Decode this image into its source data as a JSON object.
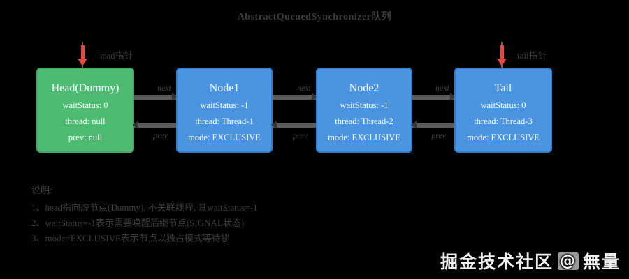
{
  "title": "AbstractQueuedSynchronizer队列",
  "pointers": {
    "head_label": "head指针",
    "tail_label": "tail指针"
  },
  "edges": {
    "next_label": "next",
    "prev_label": "prev"
  },
  "nodes": [
    {
      "name": "Head(Dummy)",
      "lines": [
        "waitStatus: 0",
        "thread: null",
        "prev: null"
      ]
    },
    {
      "name": "Node1",
      "lines": [
        "waitStatus: -1",
        "thread: Thread-1",
        "mode: EXCLUSIVE"
      ]
    },
    {
      "name": "Node2",
      "lines": [
        "waitStatus: -1",
        "thread: Thread-2",
        "mode: EXCLUSIVE"
      ]
    },
    {
      "name": "Tail",
      "lines": [
        "waitStatus: 0",
        "thread: Thread-3",
        "mode: EXCLUSIVE"
      ]
    }
  ],
  "notes": {
    "heading": "说明:",
    "lines": [
      "1、head指向虚节点(Dummy), 不关联线程, 其waitStatus=-1",
      "2、waitStatus=-1表示需要唤醒后继节点(SIGNAL状态)",
      "3、mode=EXCLUSIVE表示节点以独占模式等待锁"
    ]
  },
  "watermark": {
    "site": "掘金技术社区",
    "at": "@",
    "author": "無量"
  },
  "colors": {
    "background": "#000000",
    "head_fill": "#4dbb71",
    "head_border": "#41a763",
    "node_fill": "#4a94e0",
    "node_border": "#2e7fd2",
    "connector_gray": "#5a5a5a",
    "pointer_red": "#e4473c",
    "muted_text": "#3d3d3d",
    "node_text": "#ffffff"
  }
}
